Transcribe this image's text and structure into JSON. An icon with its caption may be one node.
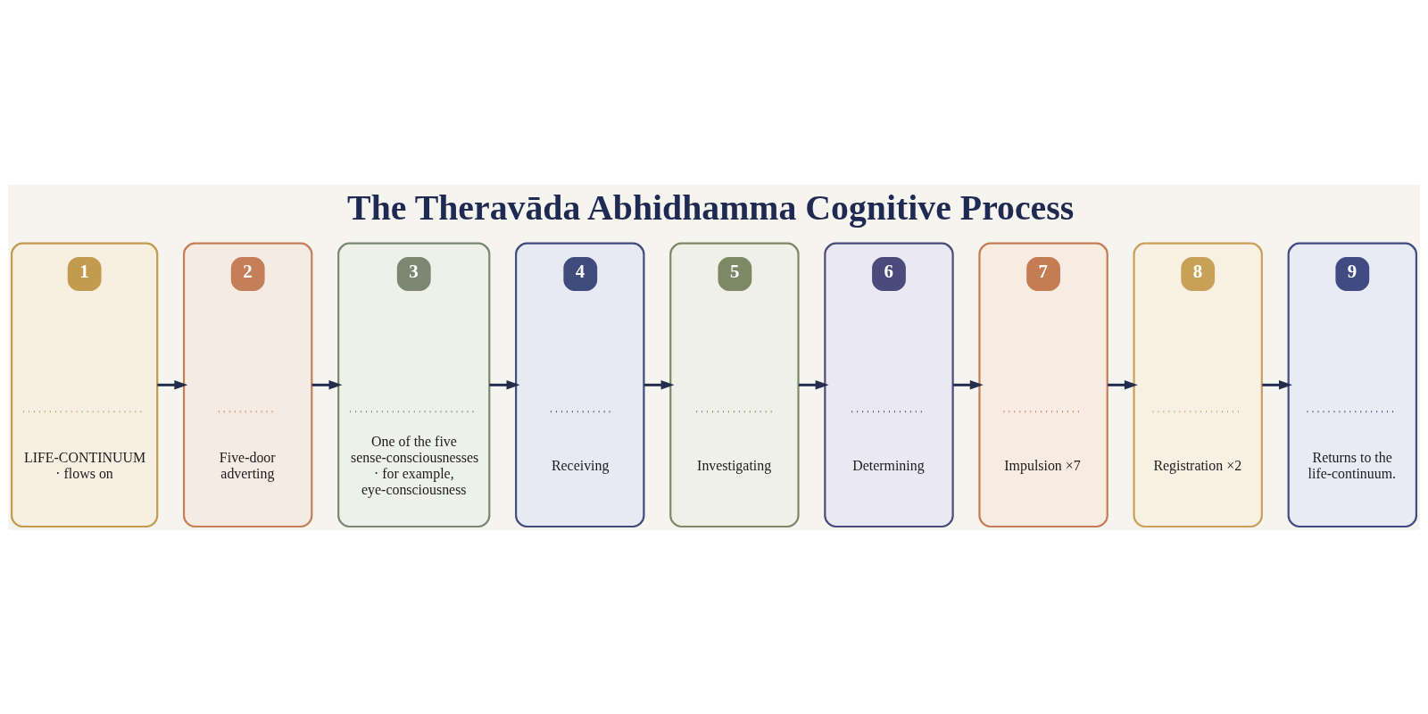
{
  "diagram": {
    "title": "The Theravāda Abhidhamma Cognitive Process",
    "nodes": [
      {
        "text": [
          "1",
          "LIFE-CONTINUUM · flows on"
        ]
      },
      {
        "text": [
          "2",
          "Five-door adverting"
        ]
      },
      {
        "text": [
          "3",
          "One of the five sense-consciousnesses · for example, eye-consciousness"
        ]
      },
      {
        "text": [
          "4",
          "Receiving"
        ]
      },
      {
        "text": [
          "5",
          "Investigating"
        ]
      },
      {
        "text": [
          "6",
          "Determining"
        ]
      },
      {
        "text": [
          "7",
          "Impulsion ×7"
        ]
      },
      {
        "text": [
          "8",
          "Registration ×2"
        ]
      },
      {
        "text": [
          "9",
          "Returns to the life-continuum."
        ]
      }
    ],
    "edges": [
      {
        "from": 0,
        "to": 1,
        "arrow": "to"
      },
      {
        "from": 1,
        "to": 2,
        "arrow": "to"
      },
      {
        "from": 2,
        "to": 3,
        "arrow": "to"
      },
      {
        "from": 3,
        "to": 4,
        "arrow": "to"
      },
      {
        "from": 4,
        "to": 5,
        "arrow": "to"
      },
      {
        "from": 5,
        "to": 6,
        "arrow": "to"
      },
      {
        "from": 6,
        "to": 7,
        "arrow": "to"
      },
      {
        "from": 7,
        "to": 8,
        "arrow": "to"
      }
    ]
  }
}
